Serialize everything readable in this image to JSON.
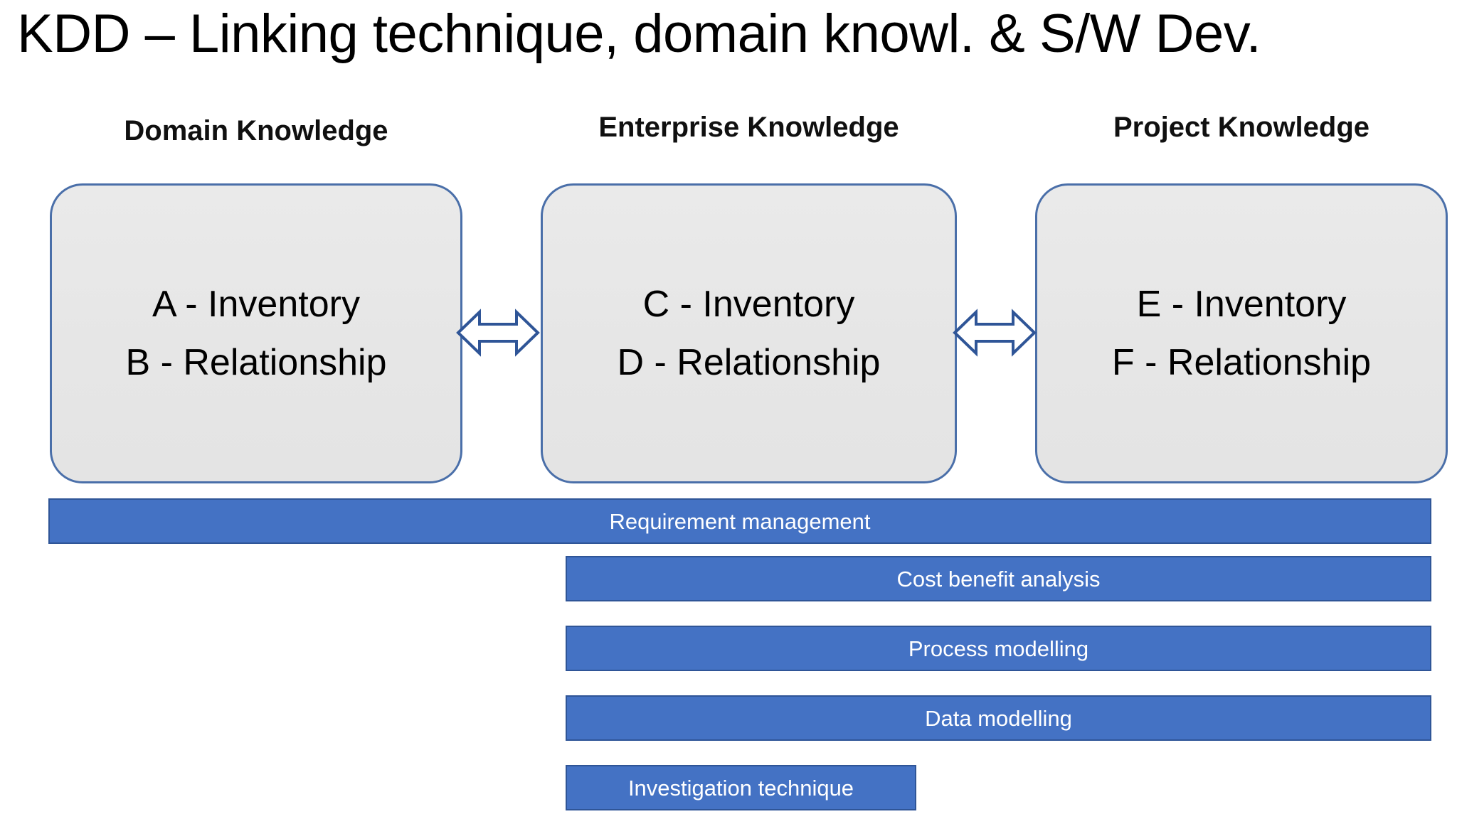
{
  "slide": {
    "title": "KDD – Linking technique, domain knowl. & S/W Dev.",
    "background_color": "#ffffff"
  },
  "columns": [
    {
      "header": "Domain Knowledge",
      "box": {
        "line1": "A - Inventory",
        "line2": "B - Relationship",
        "fill_color": "#e8e8e8",
        "border_color": "#4a6fa9"
      }
    },
    {
      "header": "Enterprise Knowledge",
      "box": {
        "line1": "C - Inventory",
        "line2": "D - Relationship",
        "fill_color": "#e8e8e8",
        "border_color": "#4a6fa9"
      }
    },
    {
      "header": "Project Knowledge",
      "box": {
        "line1": "E - Inventory",
        "line2": "F - Relationship",
        "fill_color": "#e8e8e8",
        "border_color": "#4a6fa9"
      }
    }
  ],
  "connectors": [
    {
      "icon": "double-arrow-horizontal-icon",
      "between": "Domain Knowledge ↔ Enterprise Knowledge"
    },
    {
      "icon": "double-arrow-horizontal-icon",
      "between": "Enterprise Knowledge ↔ Project Knowledge"
    }
  ],
  "bars": {
    "fill_color": "#4472c4",
    "border_color": "#2f5597",
    "text_color": "#ffffff",
    "items": [
      {
        "label": "Requirement management"
      },
      {
        "label": "Cost benefit analysis"
      },
      {
        "label": "Process modelling"
      },
      {
        "label": "Data modelling"
      },
      {
        "label": "Investigation technique"
      }
    ]
  }
}
